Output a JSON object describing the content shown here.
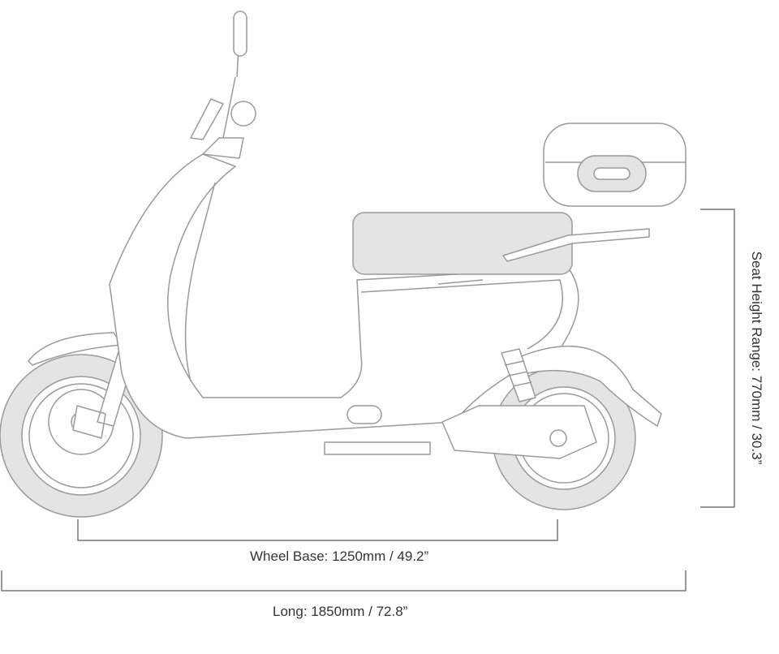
{
  "dimensions": {
    "wheel_base": "Wheel Base: 1250mm / 49.2”",
    "length": "Long: 1850mm / 72.8”",
    "seat_height": "Seat Height Range: 770mm / 30.3”"
  },
  "colors": {
    "line": "#9a9a9a",
    "fill_gray": "#e4e4e2",
    "text": "#333333"
  }
}
